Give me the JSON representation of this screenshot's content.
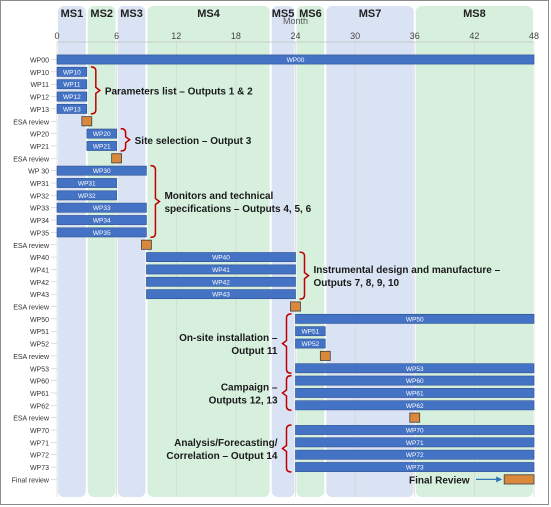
{
  "chart_data": {
    "type": "gantt",
    "xlabel": "Month",
    "xlim": [
      0,
      48
    ],
    "x_ticks": [
      0,
      6,
      12,
      18,
      24,
      30,
      36,
      42,
      48
    ],
    "colors": {
      "bar": "#4472c4",
      "bar_edge": "#2f528f",
      "review": "#c55a11",
      "review_fill": "#d9883c",
      "band_blue": "#dae3f3",
      "band_green": "#d7f0de",
      "bracket": "#c00000",
      "arrow": "#2e75b6",
      "grid": "#d0d0d0"
    },
    "milestone_bands": [
      {
        "label": "MS1",
        "start": 0,
        "end": 3,
        "color": "blue"
      },
      {
        "label": "MS2",
        "start": 3,
        "end": 6,
        "color": "green"
      },
      {
        "label": "MS3",
        "start": 6,
        "end": 9,
        "color": "blue"
      },
      {
        "label": "MS4",
        "start": 9,
        "end": 21.5,
        "color": "green"
      },
      {
        "label": "MS5",
        "start": 21.5,
        "end": 24,
        "color": "blue"
      },
      {
        "label": "MS6",
        "start": 24,
        "end": 27,
        "color": "green"
      },
      {
        "label": "MS7",
        "start": 27,
        "end": 36,
        "color": "blue"
      },
      {
        "label": "MS8",
        "start": 36,
        "end": 48,
        "color": "green"
      }
    ],
    "rows": [
      {
        "label": "WP00",
        "kind": "bar",
        "start": 0,
        "end": 48,
        "bar_label": "WP00"
      },
      {
        "label": "WP10",
        "kind": "bar",
        "start": 0,
        "end": 3,
        "bar_label": "WP10"
      },
      {
        "label": "WP11",
        "kind": "bar",
        "start": 0,
        "end": 3,
        "bar_label": "WP11"
      },
      {
        "label": "WP12",
        "kind": "bar",
        "start": 0,
        "end": 3,
        "bar_label": "WP12"
      },
      {
        "label": "WP13",
        "kind": "bar",
        "start": 0,
        "end": 3,
        "bar_label": "WP13"
      },
      {
        "label": "ESA review",
        "kind": "review",
        "start": 2.5,
        "end": 3.5
      },
      {
        "label": "WP20",
        "kind": "bar",
        "start": 3,
        "end": 6,
        "bar_label": "WP20"
      },
      {
        "label": "WP21",
        "kind": "bar",
        "start": 3,
        "end": 6,
        "bar_label": "WP21"
      },
      {
        "label": "ESA review",
        "kind": "review",
        "start": 5.5,
        "end": 6.5
      },
      {
        "label": "WP 30",
        "kind": "bar",
        "start": 0,
        "end": 9,
        "bar_label": "WP30"
      },
      {
        "label": "WP31",
        "kind": "bar",
        "start": 0,
        "end": 6,
        "bar_label": "WP31"
      },
      {
        "label": "WP32",
        "kind": "bar",
        "start": 0,
        "end": 6,
        "bar_label": "WP32"
      },
      {
        "label": "WP33",
        "kind": "bar",
        "start": 0,
        "end": 9,
        "bar_label": "WP33"
      },
      {
        "label": "WP34",
        "kind": "bar",
        "start": 0,
        "end": 9,
        "bar_label": "WP34"
      },
      {
        "label": "WP35",
        "kind": "bar",
        "start": 0,
        "end": 9,
        "bar_label": "WP35"
      },
      {
        "label": "ESA review",
        "kind": "review",
        "start": 8.5,
        "end": 9.5
      },
      {
        "label": "WP40",
        "kind": "bar",
        "start": 9,
        "end": 24,
        "bar_label": "WP40"
      },
      {
        "label": "WP41",
        "kind": "bar",
        "start": 9,
        "end": 24,
        "bar_label": "WP41"
      },
      {
        "label": "WP42",
        "kind": "bar",
        "start": 9,
        "end": 24,
        "bar_label": "WP42"
      },
      {
        "label": "WP43",
        "kind": "bar",
        "start": 9,
        "end": 24,
        "bar_label": "WP43"
      },
      {
        "label": "ESA review",
        "kind": "review",
        "start": 23.5,
        "end": 24.5
      },
      {
        "label": "WP50",
        "kind": "bar",
        "start": 24,
        "end": 48,
        "bar_label": "WP50"
      },
      {
        "label": "WP51",
        "kind": "bar",
        "start": 24,
        "end": 27,
        "bar_label": "WP51"
      },
      {
        "label": "WP52",
        "kind": "bar",
        "start": 24,
        "end": 27,
        "bar_label": "WP52"
      },
      {
        "label": "ESA review",
        "kind": "review",
        "start": 26.5,
        "end": 27.5
      },
      {
        "label": "WP53",
        "kind": "bar",
        "start": 24,
        "end": 48,
        "bar_label": "WP53"
      },
      {
        "label": "WP60",
        "kind": "bar",
        "start": 24,
        "end": 48,
        "bar_label": "WP60"
      },
      {
        "label": "WP61",
        "kind": "bar",
        "start": 24,
        "end": 48,
        "bar_label": "WP61"
      },
      {
        "label": "WP62",
        "kind": "bar",
        "start": 24,
        "end": 48,
        "bar_label": "WP62"
      },
      {
        "label": "ESA review",
        "kind": "review",
        "start": 35.5,
        "end": 36.5
      },
      {
        "label": "WP70",
        "kind": "bar",
        "start": 24,
        "end": 48,
        "bar_label": "WP70"
      },
      {
        "label": "WP71",
        "kind": "bar",
        "start": 24,
        "end": 48,
        "bar_label": "WP71"
      },
      {
        "label": "WP72",
        "kind": "bar",
        "start": 24,
        "end": 48,
        "bar_label": "WP72"
      },
      {
        "label": "WP73",
        "kind": "bar",
        "start": 24,
        "end": 48,
        "bar_label": "WP73"
      },
      {
        "label": "Final review",
        "kind": "review",
        "start": 45,
        "end": 48
      }
    ],
    "annotations": [
      {
        "lines": [
          "Parameters list – Outputs 1 & 2"
        ],
        "from_row": 1,
        "to_row": 4,
        "bracket_side": "left",
        "anchor_month": 3
      },
      {
        "lines": [
          "Site selection – Output 3"
        ],
        "from_row": 6,
        "to_row": 7,
        "bracket_side": "left",
        "anchor_month": 6
      },
      {
        "lines": [
          "Monitors and technical",
          "specifications – Outputs 4, 5, 6"
        ],
        "from_row": 9,
        "to_row": 14,
        "bracket_side": "left",
        "anchor_month": 9
      },
      {
        "lines": [
          "Instrumental design and manufacture –",
          "Outputs 7, 8, 9, 10"
        ],
        "from_row": 16,
        "to_row": 19,
        "bracket_side": "left",
        "anchor_month": 24
      },
      {
        "lines": [
          "On-site installation –",
          "Output 11"
        ],
        "from_row": 21,
        "to_row": 25,
        "bracket_side": "right",
        "anchor_month": 24
      },
      {
        "lines": [
          "Campaign –",
          "Outputs 12, 13"
        ],
        "from_row": 26,
        "to_row": 28,
        "bracket_side": "right",
        "anchor_month": 24
      },
      {
        "lines": [
          "Analysis/Forecasting/",
          "Correlation – Output 14"
        ],
        "from_row": 30,
        "to_row": 33,
        "bracket_side": "right",
        "anchor_month": 24
      }
    ],
    "final_callout": {
      "text": "Final Review",
      "row": 34
    }
  }
}
